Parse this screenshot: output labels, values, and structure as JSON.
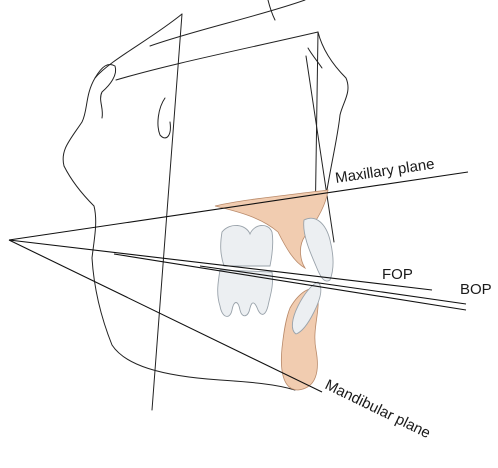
{
  "labels": {
    "maxillary_plane": "Maxillary plane",
    "fop": "FOP",
    "bop": "BOP",
    "mandibular_plane": "Mandibular plane"
  },
  "colors": {
    "bone_fill": "#f1ccb0",
    "bone_stroke": "#b98a6a",
    "tooth_fill": "#eceff2",
    "line": "#111111"
  }
}
